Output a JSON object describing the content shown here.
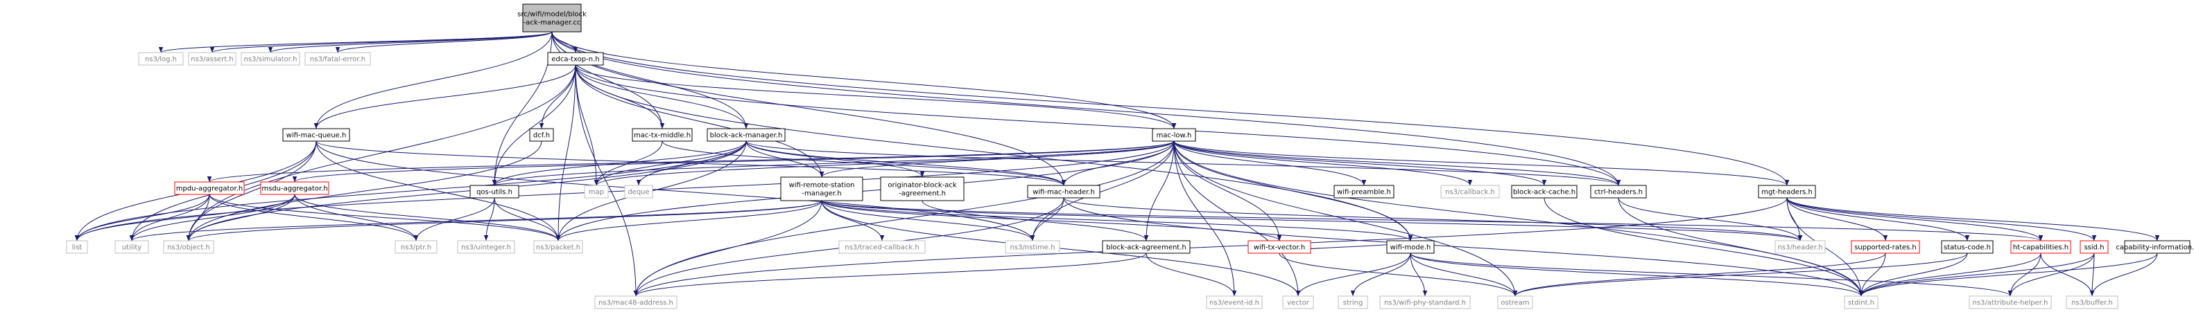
{
  "diagram": {
    "nodes": [
      {
        "id": "root",
        "lines": [
          "src/wifi/model/block",
          "-ack-manager.cc"
        ],
        "style": "root"
      },
      {
        "id": "log",
        "lines": [
          "ns3/log.h"
        ],
        "style": "ext"
      },
      {
        "id": "assert",
        "lines": [
          "ns3/assert.h"
        ],
        "style": "ext"
      },
      {
        "id": "simulator",
        "lines": [
          "ns3/simulator.h"
        ],
        "style": "ext"
      },
      {
        "id": "fatalerror",
        "lines": [
          "ns3/fatal-error.h"
        ],
        "style": "ext"
      },
      {
        "id": "edca",
        "lines": [
          "edca-txop-n.h"
        ],
        "style": "doc"
      },
      {
        "id": "wmq",
        "lines": [
          "wifi-mac-queue.h"
        ],
        "style": "doc"
      },
      {
        "id": "dcf",
        "lines": [
          "dcf.h"
        ],
        "style": "doc"
      },
      {
        "id": "mtm",
        "lines": [
          "mac-tx-middle.h"
        ],
        "style": "doc"
      },
      {
        "id": "bam",
        "lines": [
          "block-ack-manager.h"
        ],
        "style": "doc"
      },
      {
        "id": "maclow",
        "lines": [
          "mac-low.h"
        ],
        "style": "doc"
      },
      {
        "id": "ctrl",
        "lines": [
          "ctrl-headers.h"
        ],
        "style": "doc"
      },
      {
        "id": "mgt",
        "lines": [
          "mgt-headers.h"
        ],
        "style": "doc"
      },
      {
        "id": "mpdu",
        "lines": [
          "mpdu-aggregator.h"
        ],
        "style": "red"
      },
      {
        "id": "msdu",
        "lines": [
          "msdu-aggregator.h"
        ],
        "style": "red"
      },
      {
        "id": "qos",
        "lines": [
          "qos-utils.h"
        ],
        "style": "doc"
      },
      {
        "id": "map",
        "lines": [
          "map"
        ],
        "style": "ext"
      },
      {
        "id": "deque",
        "lines": [
          "deque"
        ],
        "style": "ext"
      },
      {
        "id": "wrsm",
        "lines": [
          "wifi-remote-station",
          "-manager.h"
        ],
        "style": "doc"
      },
      {
        "id": "obam",
        "lines": [
          "originator-block-ack",
          "-agreement.h"
        ],
        "style": "doc"
      },
      {
        "id": "wmh",
        "lines": [
          "wifi-mac-header.h"
        ],
        "style": "doc"
      },
      {
        "id": "pre",
        "lines": [
          "wifi-preamble.h"
        ],
        "style": "doc"
      },
      {
        "id": "cb",
        "lines": [
          "ns3/callback.h"
        ],
        "style": "ext"
      },
      {
        "id": "bac",
        "lines": [
          "block-ack-cache.h"
        ],
        "style": "doc"
      },
      {
        "id": "list",
        "lines": [
          "list"
        ],
        "style": "ext"
      },
      {
        "id": "utility",
        "lines": [
          "utility"
        ],
        "style": "ext"
      },
      {
        "id": "object",
        "lines": [
          "ns3/object.h"
        ],
        "style": "ext"
      },
      {
        "id": "ptr",
        "lines": [
          "ns3/ptr.h"
        ],
        "style": "ext"
      },
      {
        "id": "uinteger",
        "lines": [
          "ns3/uinteger.h"
        ],
        "style": "ext"
      },
      {
        "id": "packet",
        "lines": [
          "ns3/packet.h"
        ],
        "style": "ext"
      },
      {
        "id": "traced",
        "lines": [
          "ns3/traced-callback.h"
        ],
        "style": "ext"
      },
      {
        "id": "nstime",
        "lines": [
          "ns3/nstime.h"
        ],
        "style": "ext"
      },
      {
        "id": "baa",
        "lines": [
          "block-ack-agreement.h"
        ],
        "style": "doc"
      },
      {
        "id": "wtv",
        "lines": [
          "wifi-tx-vector.h"
        ],
        "style": "red"
      },
      {
        "id": "wmode",
        "lines": [
          "wifi-mode.h"
        ],
        "style": "doc"
      },
      {
        "id": "header",
        "lines": [
          "ns3/header.h"
        ],
        "style": "ext"
      },
      {
        "id": "sr",
        "lines": [
          "supported-rates.h"
        ],
        "style": "red"
      },
      {
        "id": "sc",
        "lines": [
          "status-code.h"
        ],
        "style": "doc"
      },
      {
        "id": "htc",
        "lines": [
          "ht-capabilities.h"
        ],
        "style": "red"
      },
      {
        "id": "ssid",
        "lines": [
          "ssid.h"
        ],
        "style": "red"
      },
      {
        "id": "ci",
        "lines": [
          "capability-information.h"
        ],
        "style": "doc"
      },
      {
        "id": "mac48",
        "lines": [
          "ns3/mac48-address.h"
        ],
        "style": "ext"
      },
      {
        "id": "eventid",
        "lines": [
          "ns3/event-id.h"
        ],
        "style": "ext"
      },
      {
        "id": "vector",
        "lines": [
          "vector"
        ],
        "style": "ext"
      },
      {
        "id": "string",
        "lines": [
          "string"
        ],
        "style": "ext"
      },
      {
        "id": "wps",
        "lines": [
          "ns3/wifi-phy-standard.h"
        ],
        "style": "ext"
      },
      {
        "id": "ostream",
        "lines": [
          "ostream"
        ],
        "style": "ext"
      },
      {
        "id": "stdint",
        "lines": [
          "stdint.h"
        ],
        "style": "ext"
      },
      {
        "id": "ah",
        "lines": [
          "ns3/attribute-helper.h"
        ],
        "style": "ext"
      },
      {
        "id": "buffer",
        "lines": [
          "ns3/buffer.h"
        ],
        "style": "ext"
      }
    ],
    "edges": [
      [
        "root",
        "log"
      ],
      [
        "root",
        "assert"
      ],
      [
        "root",
        "simulator"
      ],
      [
        "root",
        "fatalerror"
      ],
      [
        "root",
        "edca"
      ],
      [
        "root",
        "wmq"
      ],
      [
        "root",
        "mtm"
      ],
      [
        "root",
        "bam"
      ],
      [
        "root",
        "maclow"
      ],
      [
        "root",
        "ctrl"
      ],
      [
        "root",
        "mgt"
      ],
      [
        "root",
        "qos"
      ],
      [
        "root",
        "wmh"
      ],
      [
        "edca",
        "wmq"
      ],
      [
        "edca",
        "dcf"
      ],
      [
        "edca",
        "mtm"
      ],
      [
        "edca",
        "bam"
      ],
      [
        "edca",
        "maclow"
      ],
      [
        "edca",
        "qos"
      ],
      [
        "edca",
        "map"
      ],
      [
        "edca",
        "packet"
      ],
      [
        "edca",
        "wrsm"
      ],
      [
        "edca",
        "mac48"
      ],
      [
        "edca",
        "object"
      ],
      [
        "edca",
        "wmode"
      ],
      [
        "edca",
        "ctrl"
      ],
      [
        "wmq",
        "list"
      ],
      [
        "wmq",
        "wmh"
      ],
      [
        "wmq",
        "utility"
      ],
      [
        "wmq",
        "object"
      ],
      [
        "wmq",
        "nstime"
      ],
      [
        "wmq",
        "packet"
      ],
      [
        "dcf",
        "object"
      ],
      [
        "mtm",
        "map"
      ],
      [
        "mtm",
        "wmh"
      ],
      [
        "bam",
        "map"
      ],
      [
        "bam",
        "deque"
      ],
      [
        "bam",
        "list"
      ],
      [
        "bam",
        "wmh"
      ],
      [
        "bam",
        "obam"
      ],
      [
        "bam",
        "packet"
      ],
      [
        "bam",
        "qos"
      ],
      [
        "bam",
        "wrsm"
      ],
      [
        "bam",
        "ctrl"
      ],
      [
        "bam",
        "object"
      ],
      [
        "maclow",
        "wmh"
      ],
      [
        "maclow",
        "wmode"
      ],
      [
        "maclow",
        "pre"
      ],
      [
        "maclow",
        "cb"
      ],
      [
        "maclow",
        "bac"
      ],
      [
        "maclow",
        "ctrl"
      ],
      [
        "maclow",
        "mgt"
      ],
      [
        "maclow",
        "mpdu"
      ],
      [
        "maclow",
        "msdu"
      ],
      [
        "maclow",
        "qos"
      ],
      [
        "maclow",
        "map"
      ],
      [
        "maclow",
        "wrsm"
      ],
      [
        "maclow",
        "baa"
      ],
      [
        "maclow",
        "wtv"
      ],
      [
        "maclow",
        "nstime"
      ],
      [
        "maclow",
        "packet"
      ],
      [
        "maclow",
        "vector"
      ],
      [
        "maclow",
        "eventid"
      ],
      [
        "maclow",
        "mac48"
      ],
      [
        "maclow",
        "stdint"
      ],
      [
        "maclow",
        "ostream"
      ],
      [
        "maclow",
        "list"
      ],
      [
        "ctrl",
        "header"
      ],
      [
        "ctrl",
        "stdint"
      ],
      [
        "mgt",
        "header"
      ],
      [
        "mgt",
        "sr"
      ],
      [
        "mgt",
        "sc"
      ],
      [
        "mgt",
        "htc"
      ],
      [
        "mgt",
        "ssid"
      ],
      [
        "mgt",
        "ci"
      ],
      [
        "mgt",
        "stdint"
      ],
      [
        "mgt",
        "mac48"
      ],
      [
        "mpdu",
        "list"
      ],
      [
        "mpdu",
        "object"
      ],
      [
        "mpdu",
        "ptr"
      ],
      [
        "mpdu",
        "packet"
      ],
      [
        "mpdu",
        "utility"
      ],
      [
        "msdu",
        "list"
      ],
      [
        "msdu",
        "object"
      ],
      [
        "msdu",
        "ptr"
      ],
      [
        "msdu",
        "packet"
      ],
      [
        "msdu",
        "utility"
      ],
      [
        "qos",
        "uinteger"
      ],
      [
        "qos",
        "ptr"
      ],
      [
        "qos",
        "packet"
      ],
      [
        "wrsm",
        "object"
      ],
      [
        "wrsm",
        "packet"
      ],
      [
        "wrsm",
        "traced"
      ],
      [
        "wrsm",
        "nstime"
      ],
      [
        "wrsm",
        "mac48"
      ],
      [
        "wrsm",
        "wtv"
      ],
      [
        "wrsm",
        "wmode"
      ],
      [
        "wrsm",
        "vector"
      ],
      [
        "wrsm",
        "utility"
      ],
      [
        "wrsm",
        "htc"
      ],
      [
        "wrsm",
        "header"
      ],
      [
        "obam",
        "baa"
      ],
      [
        "wmh",
        "mac48"
      ],
      [
        "wmh",
        "nstime"
      ],
      [
        "wmh",
        "header"
      ],
      [
        "wmh",
        "stdint"
      ],
      [
        "bac",
        "stdint"
      ],
      [
        "baa",
        "mac48"
      ],
      [
        "baa",
        "eventid"
      ],
      [
        "wtv",
        "wmode"
      ],
      [
        "wtv",
        "ostream"
      ],
      [
        "wmode",
        "stdint"
      ],
      [
        "wmode",
        "vector"
      ],
      [
        "wmode",
        "string"
      ],
      [
        "wmode",
        "wps"
      ],
      [
        "wmode",
        "ostream"
      ],
      [
        "wmode",
        "ah"
      ],
      [
        "sr",
        "stdint"
      ],
      [
        "sr",
        "ostream"
      ],
      [
        "sc",
        "stdint"
      ],
      [
        "sc",
        "ostream"
      ],
      [
        "htc",
        "stdint"
      ],
      [
        "htc",
        "ah"
      ],
      [
        "htc",
        "buffer"
      ],
      [
        "ssid",
        "stdint"
      ],
      [
        "ssid",
        "ah"
      ],
      [
        "ssid",
        "buffer"
      ],
      [
        "ci",
        "stdint"
      ],
      [
        "ci",
        "buffer"
      ]
    ],
    "colors": {
      "edge": "#191970",
      "node_border_doc": "#000000",
      "node_border_ext": "#bfbfbf",
      "node_border_red": "#ff0000",
      "root_fill": "#bfbfbf",
      "text_ext": "#808080",
      "text_doc": "#000000"
    }
  }
}
